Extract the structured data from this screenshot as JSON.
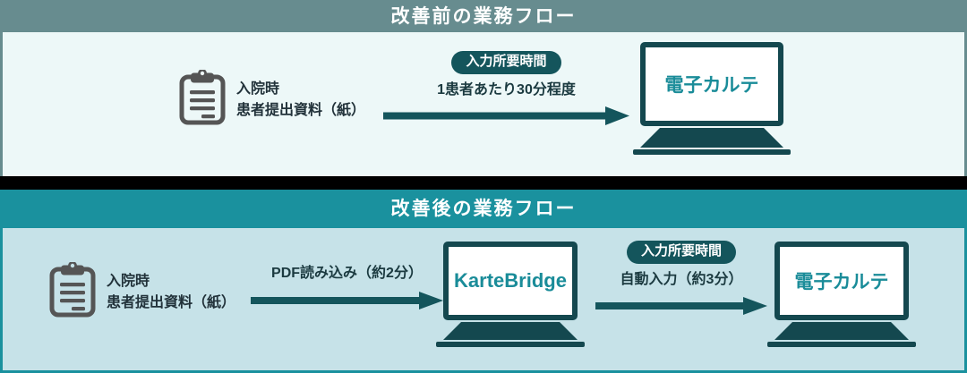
{
  "before": {
    "band_title": "改善前の業務フロー",
    "band_color": "#678C8F",
    "panel_color": "#EDF8F8",
    "source": {
      "icon": "clipboard-icon",
      "line1": "入院時",
      "line2": "患者提出資料（紙）"
    },
    "arrow": {
      "badge": "入力所要時間",
      "label": "1患者あたり30分程度",
      "color": "#14555C"
    },
    "target": {
      "icon": "laptop-icon",
      "label": "電子カルテ"
    }
  },
  "after": {
    "band_title": "改善後の業務フロー",
    "band_color": "#1A919E",
    "panel_color": "#C6E2E8",
    "source": {
      "icon": "clipboard-icon",
      "line1": "入院時",
      "line2": "患者提出資料（紙）"
    },
    "arrow1": {
      "badge": "",
      "label": "PDF読み込み（約2分）",
      "color": "#14555C"
    },
    "middle": {
      "icon": "laptop-icon",
      "label": "KarteBridge"
    },
    "arrow2": {
      "badge": "入力所要時間",
      "label": "自動入力（約3分）",
      "color": "#14555C"
    },
    "target": {
      "icon": "laptop-icon",
      "label": "電子カルテ"
    }
  },
  "colors": {
    "dark_teal": "#14484F",
    "accent_teal": "#1A8C99",
    "pill": "#14555C",
    "icon_gray": "#555555",
    "text_dark": "#22323A",
    "separator": "#000000"
  }
}
